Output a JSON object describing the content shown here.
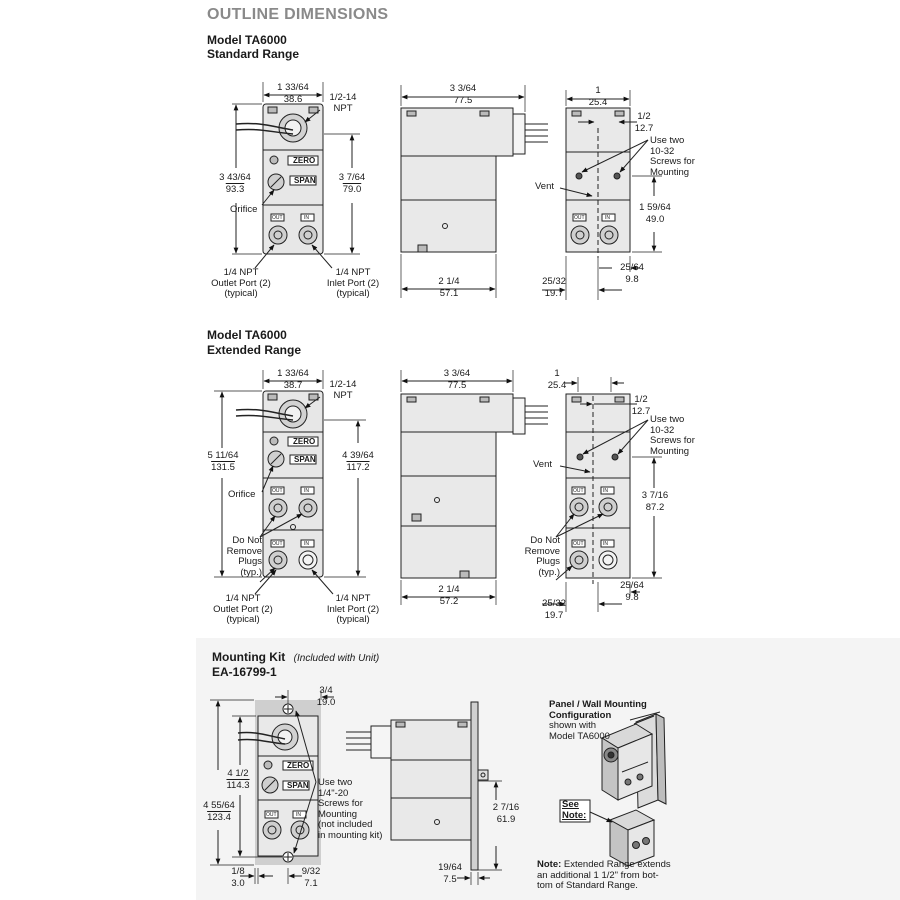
{
  "title": "OUTLINE DIMENSIONS",
  "standard": {
    "model": "Model TA6000",
    "range": "Standard Range",
    "front": {
      "width_frac": "1 33/64",
      "width_mm": "38.6",
      "npt": "1/2-14\nNPT",
      "height_frac": "3 43/64",
      "height_mm": "93.3",
      "height2_frac": "3 7/64",
      "height2_mm": "79.0",
      "zero": "ZERO",
      "span": "SPAN",
      "orifice": "Orifice",
      "out": "OUT",
      "in": "IN",
      "outlet": "1/4 NPT\nOutlet Port (2)\n(typical)",
      "inlet": "1/4 NPT\nInlet Port (2)\n(typical)"
    },
    "side": {
      "top_frac": "3 3/64",
      "top_mm": "77.5",
      "bot_frac": "2 1/4",
      "bot_mm": "57.1"
    },
    "right": {
      "w_frac": "1",
      "w_mm": "25.4",
      "half_frac": "1/2",
      "half_mm": "12.7",
      "screws": "Use two\n10-32\nScrews for\nMounting",
      "vent": "Vent",
      "h_frac": "1 59/64",
      "h_mm": "49.0",
      "l_frac": "25/32",
      "l_mm": "19.7",
      "r_frac": "25/64",
      "r_mm": "9.8"
    }
  },
  "extended": {
    "model": "Model TA6000",
    "range": "Extended Range",
    "front": {
      "width_frac": "1 33/64",
      "width_mm": "38.7",
      "npt": "1/2-14\nNPT",
      "height_frac": "5 11/64",
      "height_mm": "131.5",
      "height2_frac": "4 39/64",
      "height2_mm": "117.2",
      "zero": "ZERO",
      "span": "SPAN",
      "orifice": "Orifice",
      "plugs": "Do Not\nRemove\nPlugs\n(typ.)",
      "out": "OUT",
      "in": "IN",
      "outlet": "1/4 NPT\nOutlet Port (2)\n(typical)",
      "inlet": "1/4 NPT\nInlet Port (2)\n(typical)"
    },
    "side": {
      "top_frac": "3 3/64",
      "top_mm": "77.5",
      "bot_frac": "2 1/4",
      "bot_mm": "57.2"
    },
    "right": {
      "w_frac": "1",
      "w_mm": "25.4",
      "half_frac": "1/2",
      "half_mm": "12.7",
      "screws": "Use two\n10-32\nScrews for\nMounting",
      "vent": "Vent",
      "h_frac": "3 7/16",
      "h_mm": "87.2",
      "plugs": "Do Not\nRemove\nPlugs\n(typ.)",
      "l_frac": "25/32",
      "l_mm": "19.7",
      "r_frac": "25/64",
      "r_mm": "9.8"
    }
  },
  "kit": {
    "title": "Mounting Kit",
    "included": "(Included with Unit)",
    "part": "EA-16799-1",
    "top_frac": "3/4",
    "top_mm": "19.0",
    "h1_frac": "4 1/2",
    "h1_mm": "114.3",
    "h2_frac": "4 55/64",
    "h2_mm": "123.4",
    "screws": "Use two\n1/4\"-20\nScrews for\nMounting\n(not included\nin mounting kit)",
    "bl_frac": "1/8",
    "bl_mm": "3.0",
    "br_frac": "9/32",
    "br_mm": "7.1",
    "side_h_frac": "2 7/16",
    "side_h_mm": "61.9",
    "side_b_frac": "19/64",
    "side_b_mm": "7.5",
    "zero": "ZERO",
    "span": "SPAN",
    "out": "OUT",
    "in": "IN",
    "panel": "Panel / Wall Mounting\nConfiguration",
    "panel2": "shown with\nModel TA6000",
    "see": "See\nNote:",
    "note_label": "Note:",
    "note": "Extended Range extends\nan additional 1 1/2\" from bot-\ntom of Standard Range."
  }
}
